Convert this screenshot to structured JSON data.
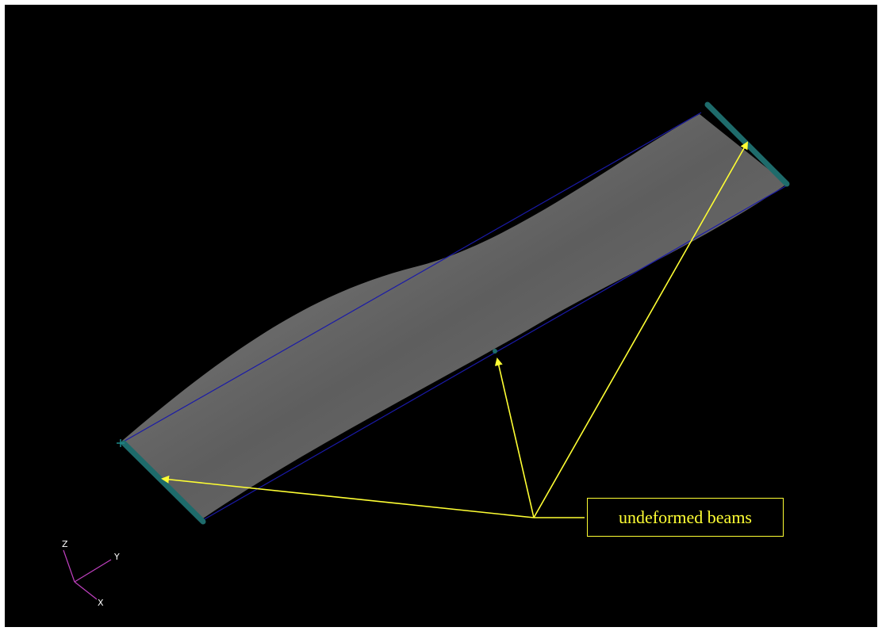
{
  "annotation": {
    "label": "undeformed beams"
  },
  "triad": {
    "z_label": "Z",
    "y_label": "Y",
    "x_label": "X"
  },
  "colors": {
    "background": "#000000",
    "surface": "#6e6e6e",
    "wireframe": "#1a1aa8",
    "beam": "#1e6b6b",
    "annotation": "#ffff33",
    "triad": "#c040c0"
  }
}
